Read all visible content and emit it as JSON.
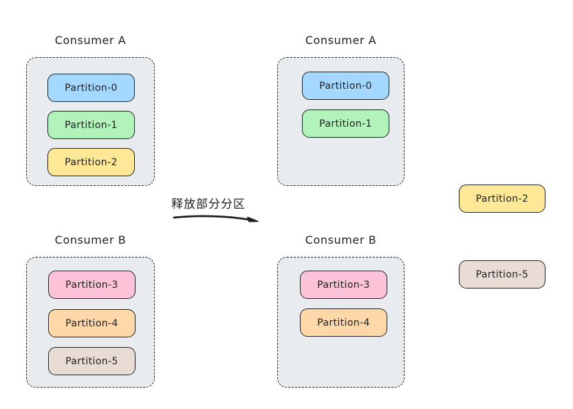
{
  "canvas": {
    "background": "#ffffff"
  },
  "colors": {
    "container_fill": "#e9ecef",
    "stroke": "#1e1e1e",
    "text": "#1e1e1e"
  },
  "arrow": {
    "label": "释放部分分区"
  },
  "groups": [
    {
      "title": "Consumer A",
      "partitions": [
        {
          "label": "Partition-0",
          "color": "#a5d8ff"
        },
        {
          "label": "Partition-1",
          "color": "#b2f2bb"
        },
        {
          "label": "Partition-2",
          "color": "#fce897"
        }
      ]
    },
    {
      "title": "Consumer A",
      "partitions": [
        {
          "label": "Partition-0",
          "color": "#a5d8ff"
        },
        {
          "label": "Partition-1",
          "color": "#b2f2bb"
        }
      ]
    },
    {
      "title": "Consumer B",
      "partitions": [
        {
          "label": "Partition-3",
          "color": "#fcc2d7"
        },
        {
          "label": "Partition-4",
          "color": "#fed8a8"
        },
        {
          "label": "Partition-5",
          "color": "#e8dcd5"
        }
      ]
    },
    {
      "title": "Consumer B",
      "partitions": [
        {
          "label": "Partition-3",
          "color": "#fcc2d7"
        },
        {
          "label": "Partition-4",
          "color": "#fed8a8"
        }
      ]
    }
  ],
  "released": [
    {
      "label": "Partition-2",
      "color": "#fce897"
    },
    {
      "label": "Partition-5",
      "color": "#e8dcd5"
    }
  ]
}
